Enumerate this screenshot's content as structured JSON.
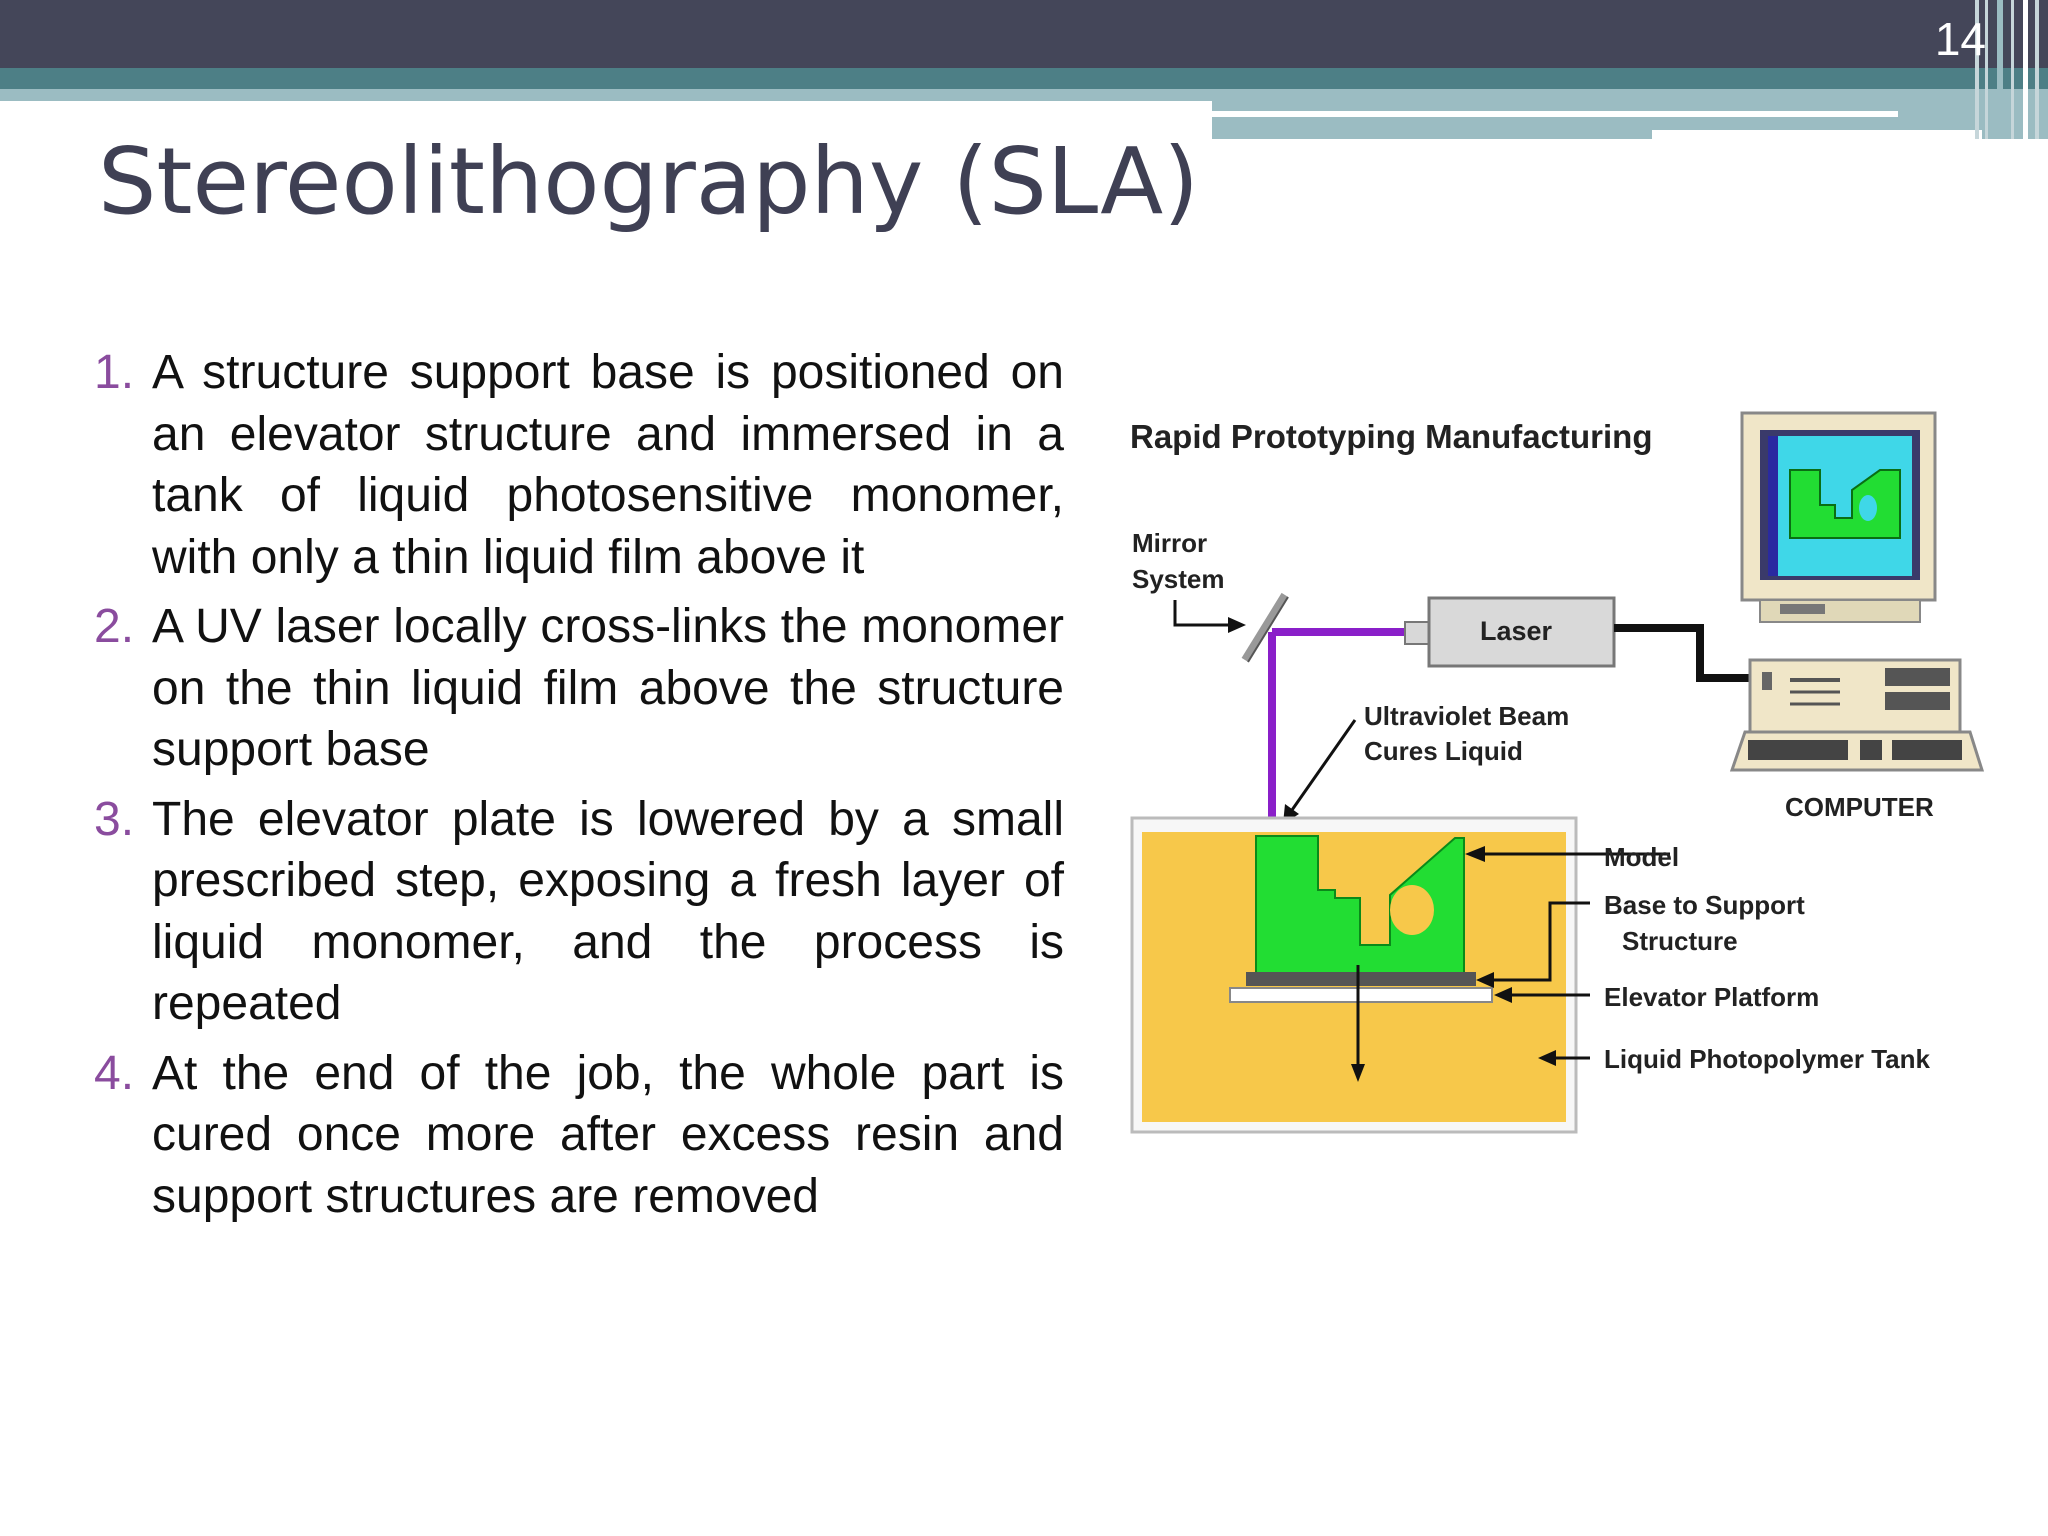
{
  "slide": {
    "page_number": "14",
    "title": "Stereolithography (SLA)",
    "steps": [
      {
        "number": "1.",
        "text": "A structure support base is positioned on an elevator structure and immersed in a tank of liquid photosensitive monomer, with only a thin liquid film above it"
      },
      {
        "number": "2.",
        "text": "A UV laser locally cross-links the monomer on the thin liquid film above the structure support base"
      },
      {
        "number": "3.",
        "text": "The elevator plate is lowered by a small prescribed step, exposing a fresh layer of liquid monomer, and the process is repeated"
      },
      {
        "number": "4.",
        "text": "At the end of the job, the whole part is cured once more after excess resin and support structures are removed"
      }
    ]
  },
  "diagram": {
    "heading": "Rapid Prototyping Manufacturing",
    "mirror_label_1": "Mirror",
    "mirror_label_2": "System",
    "laser_label": "Laser",
    "beam_label_1": "Ultraviolet Beam",
    "beam_label_2": "Cures Liquid",
    "computer_label": "COMPUTER",
    "model_label": "Model",
    "base_label_1": "Base to Support",
    "base_label_2": "Structure",
    "platform_label": "Elevator Platform",
    "tank_label": "Liquid Photopolymer Tank",
    "colors": {
      "resin": "#f7c84a",
      "model": "#22dd33",
      "beam": "#8a1fc9",
      "screen": "#3fd7e8",
      "monitor": "#f0e6c8"
    }
  }
}
